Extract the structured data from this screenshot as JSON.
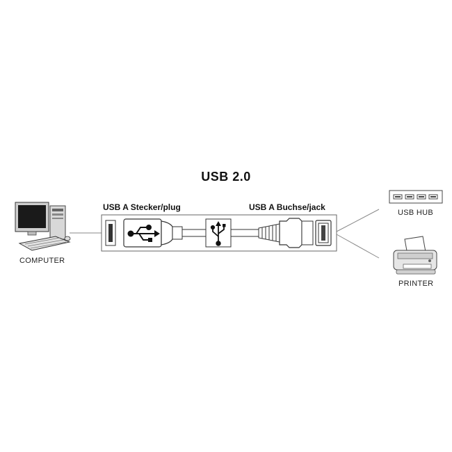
{
  "title": "USB 2.0",
  "labels": {
    "plug": "USB A Stecker/plug",
    "jack": "USB A Buchse/jack",
    "computer": "COMPUTER",
    "usb_hub": "USB HUB",
    "printer": "PRINTER"
  }
}
